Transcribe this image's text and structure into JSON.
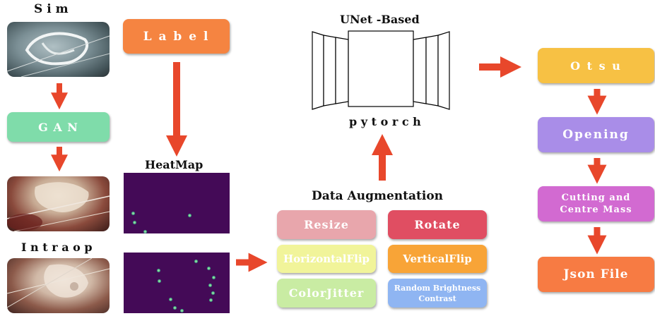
{
  "labels": {
    "sim": "S i m",
    "heatmap": "HeatMap",
    "intraop": "I n t r a o p",
    "unet": "UNet -Based",
    "pytorch": "p y t o r c h",
    "data_augmentation": "Data Augmentation"
  },
  "boxes": {
    "gan": "G A N",
    "label": "L a b e l",
    "otsu": "O t s u",
    "opening": "Opening",
    "cutting_line1": "Cutting and",
    "cutting_line2": "Centre Mass",
    "json_file": "Json File"
  },
  "augmentations": {
    "resize": "Resize",
    "rotate": "Rotate",
    "horizontal_flip": "HorizontalFlip",
    "vertical_flip": "VerticalFlip",
    "color_jitter": "ColorJitter",
    "brightness_line1": "Random Brightness",
    "brightness_line2": "Contrast"
  },
  "colors": {
    "arrow": "#e8472b",
    "gan": "#7fdcaa",
    "label": "#f58441",
    "otsu": "#f7c144",
    "opening": "#a98de8",
    "cutting": "#d26ad1",
    "json": "#f77b43",
    "resize": "#e8a6ac",
    "rotate": "#e04e62",
    "horizontal_flip": "#f1f49a",
    "vertical_flip": "#f8a437",
    "color_jitter": "#c9eca3",
    "brightness": "#8fb5f2",
    "heatmap_bg": "#440a57"
  }
}
